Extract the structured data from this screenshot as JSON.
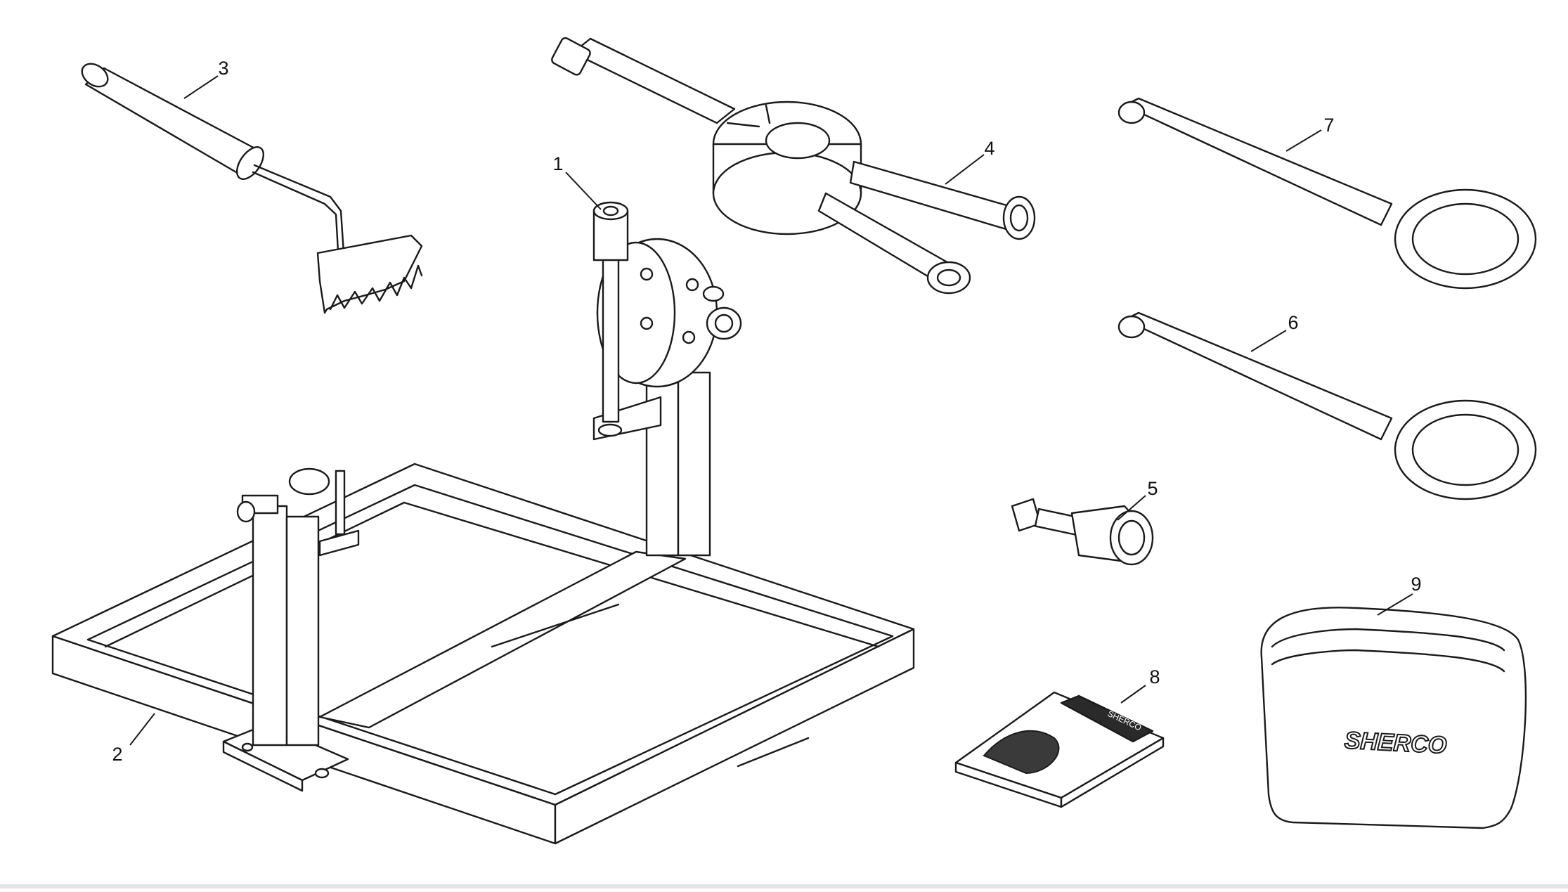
{
  "diagram": {
    "callouts": [
      {
        "id": "1",
        "label": "1"
      },
      {
        "id": "2",
        "label": "2"
      },
      {
        "id": "3",
        "label": "3"
      },
      {
        "id": "4",
        "label": "4"
      },
      {
        "id": "5",
        "label": "5"
      },
      {
        "id": "6",
        "label": "6"
      },
      {
        "id": "7",
        "label": "7"
      },
      {
        "id": "8",
        "label": "8"
      },
      {
        "id": "9",
        "label": "9"
      }
    ],
    "brand_text": "SHERCO",
    "manual_cover_text": "SHERCO",
    "colors": {
      "line": "#1a1a1a",
      "background": "#ffffff"
    }
  }
}
